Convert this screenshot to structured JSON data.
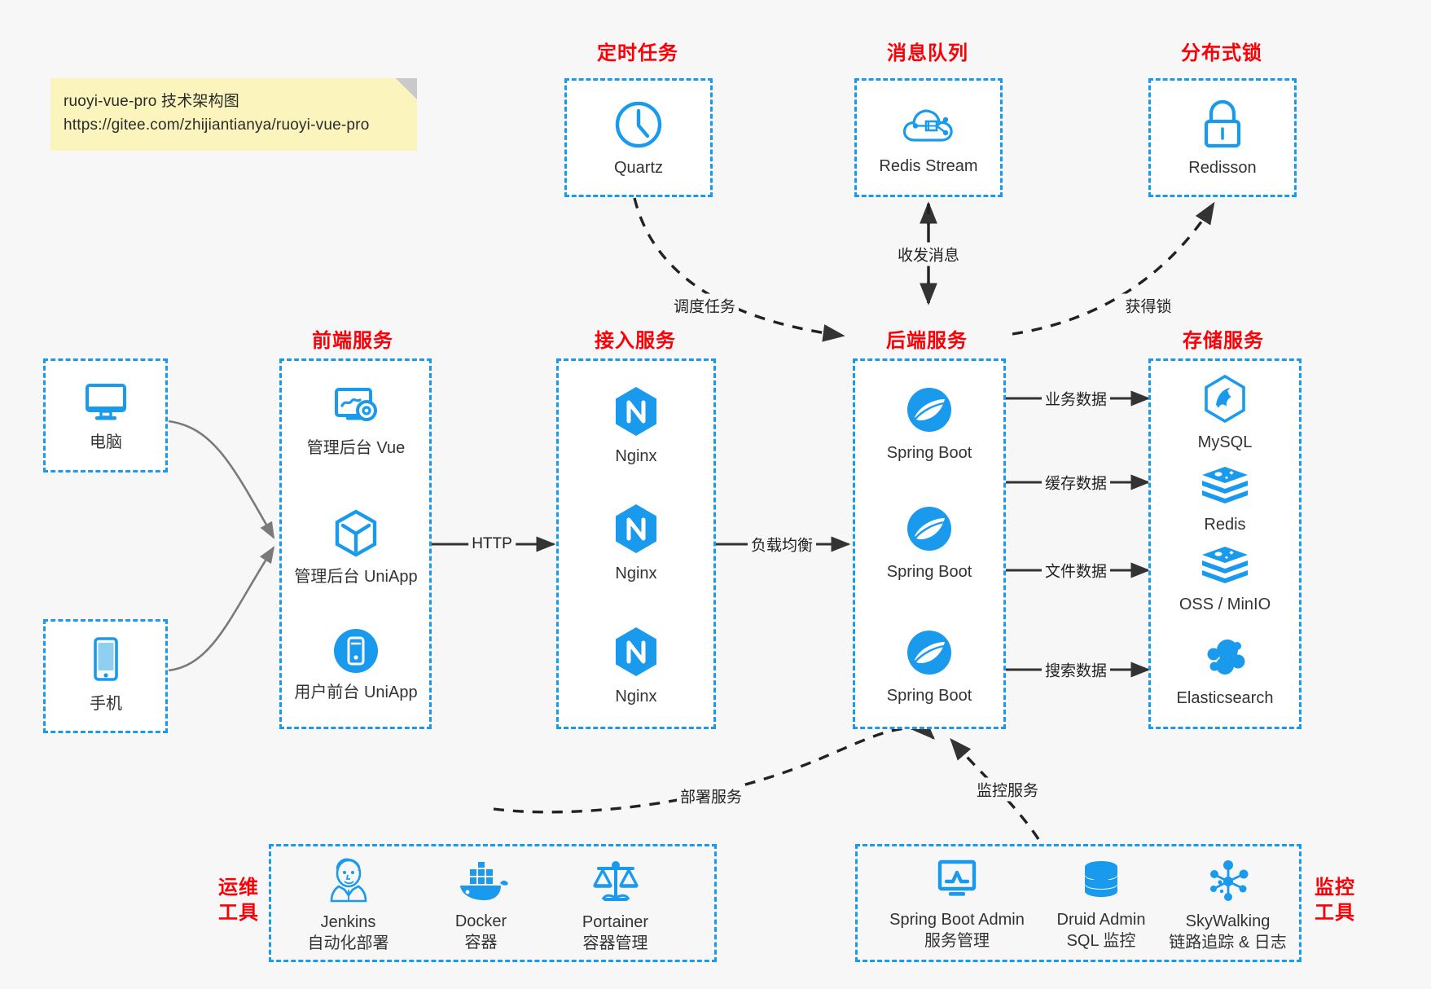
{
  "note": {
    "line1": "ruoyi-vue-pro 技术架构图",
    "line2": "https://gitee.com/zhijiantianya/ruoyi-vue-pro"
  },
  "colors": {
    "accent": "#1a9aed",
    "title": "#fb0007",
    "background": "#f7f7f7",
    "note_bg": "#fbf5bd",
    "edge": "#333333",
    "caption": "#333333"
  },
  "groups": {
    "scheduled_task": {
      "title": "定时任务"
    },
    "message_queue": {
      "title": "消息队列"
    },
    "distributed_lock": {
      "title": "分布式锁"
    },
    "frontend": {
      "title": "前端服务"
    },
    "gateway": {
      "title": "接入服务"
    },
    "backend": {
      "title": "后端服务"
    },
    "storage": {
      "title": "存储服务"
    },
    "devops": {
      "title_line1": "运维",
      "title_line2": "工具"
    },
    "monitor": {
      "title_line1": "监控",
      "title_line2": "工具"
    }
  },
  "nodes": {
    "quartz": {
      "label": "Quartz",
      "icon": "clock-icon"
    },
    "redis_stream": {
      "label": "Redis Stream",
      "icon": "cloud-network-icon"
    },
    "redisson": {
      "label": "Redisson",
      "icon": "lock-icon"
    },
    "pc": {
      "label": "电脑",
      "icon": "desktop-icon"
    },
    "mobile": {
      "label": "手机",
      "icon": "mobile-icon"
    },
    "admin_vue": {
      "label": "管理后台 Vue",
      "icon": "monitor-gear-icon"
    },
    "admin_uniapp": {
      "label": "管理后台 UniApp",
      "icon": "cube-icon"
    },
    "user_uniapp": {
      "label": "用户前台 UniApp",
      "icon": "app-phone-icon"
    },
    "nginx1": {
      "label": "Nginx",
      "icon": "nginx-icon"
    },
    "nginx2": {
      "label": "Nginx",
      "icon": "nginx-icon"
    },
    "nginx3": {
      "label": "Nginx",
      "icon": "nginx-icon"
    },
    "spring1": {
      "label": "Spring Boot",
      "icon": "spring-boot-icon"
    },
    "spring2": {
      "label": "Spring Boot",
      "icon": "spring-boot-icon"
    },
    "spring3": {
      "label": "Spring Boot",
      "icon": "spring-boot-icon"
    },
    "mysql": {
      "label": "MySQL",
      "icon": "mysql-icon"
    },
    "redis": {
      "label": "Redis",
      "icon": "redis-icon"
    },
    "oss": {
      "label": "OSS / MinIO",
      "icon": "minio-icon"
    },
    "elasticsearch": {
      "label": "Elasticsearch",
      "icon": "elasticsearch-icon"
    },
    "jenkins": {
      "label": "Jenkins",
      "sub": "自动化部署",
      "icon": "jenkins-icon"
    },
    "docker": {
      "label": "Docker",
      "sub": "容器",
      "icon": "docker-icon"
    },
    "portainer": {
      "label": "Portainer",
      "sub": "容器管理",
      "icon": "scale-icon"
    },
    "sba": {
      "label": "Spring Boot Admin",
      "sub": "服务管理",
      "icon": "monitor-chart-icon"
    },
    "druid": {
      "label": "Druid Admin",
      "sub": "SQL 监控",
      "icon": "database-icon"
    },
    "skywalking": {
      "label": "SkyWalking",
      "sub": "链路追踪 & 日志",
      "icon": "node-graph-icon"
    }
  },
  "edges": {
    "http": "HTTP",
    "load_balance": "负载均衡",
    "schedule_task": "调度任务",
    "send_receive_message": "收发消息",
    "acquire_lock": "获得锁",
    "business_data": "业务数据",
    "cache_data": "缓存数据",
    "file_data": "文件数据",
    "search_data": "搜索数据",
    "deploy_service": "部署服务",
    "monitor_service": "监控服务"
  }
}
